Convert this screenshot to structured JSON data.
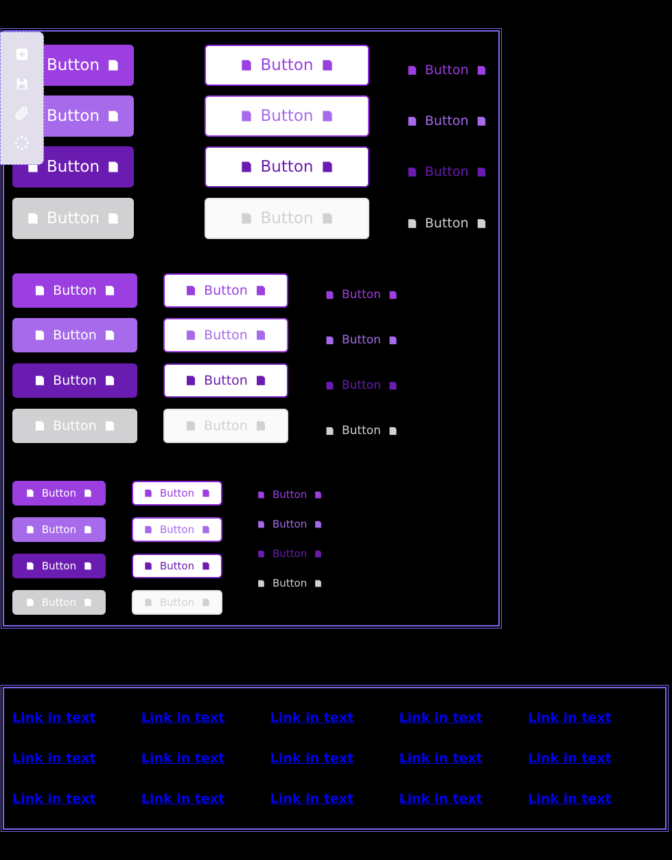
{
  "palette": {
    "primary": "#9B3FE0",
    "primary_hover": "#A76AEB",
    "primary_active": "#6A1BB0",
    "disabled": "#D1D1D4",
    "frame_border": "#7B68EE",
    "link": "#0000EE",
    "sidebar_bg": "#E2DEEC",
    "surface": "#FFFFFF",
    "background": "#000000"
  },
  "sidebar": {
    "items": [
      {
        "icon": "plus-square-icon",
        "name": "add-button"
      },
      {
        "icon": "save-icon",
        "name": "save-button"
      },
      {
        "icon": "paperclip-icon",
        "name": "attach-button"
      },
      {
        "icon": "loading-spinner-icon",
        "name": "loading-indicator"
      }
    ]
  },
  "button_label": "Button",
  "icons": {
    "leading": "save-icon",
    "trailing": "save-icon"
  },
  "groups": [
    {
      "id": "large",
      "size": "lg",
      "variants": [
        {
          "id": "filled",
          "states": [
            {
              "state": "default",
              "label": "Button"
            },
            {
              "state": "hover",
              "label": "Button"
            },
            {
              "state": "active",
              "label": "Button"
            },
            {
              "state": "disabled",
              "label": "Button"
            }
          ]
        },
        {
          "id": "outline",
          "states": [
            {
              "state": "default",
              "label": "Button"
            },
            {
              "state": "hover",
              "label": "Button"
            },
            {
              "state": "active",
              "label": "Button"
            },
            {
              "state": "disabled",
              "label": "Button"
            }
          ]
        },
        {
          "id": "text",
          "states": [
            {
              "state": "default",
              "label": "Button"
            },
            {
              "state": "hover",
              "label": "Button"
            },
            {
              "state": "active",
              "label": "Button"
            },
            {
              "state": "disabled",
              "label": "Button"
            }
          ]
        }
      ]
    },
    {
      "id": "medium",
      "size": "md",
      "variants": [
        {
          "id": "filled",
          "states": [
            {
              "state": "default",
              "label": "Button"
            },
            {
              "state": "hover",
              "label": "Button"
            },
            {
              "state": "active",
              "label": "Button"
            },
            {
              "state": "disabled",
              "label": "Button"
            }
          ]
        },
        {
          "id": "outline",
          "states": [
            {
              "state": "default",
              "label": "Button"
            },
            {
              "state": "hover",
              "label": "Button"
            },
            {
              "state": "active",
              "label": "Button"
            },
            {
              "state": "disabled",
              "label": "Button"
            }
          ]
        },
        {
          "id": "text",
          "states": [
            {
              "state": "default",
              "label": "Button"
            },
            {
              "state": "hover",
              "label": "Button"
            },
            {
              "state": "active",
              "label": "Button"
            },
            {
              "state": "disabled",
              "label": "Button"
            }
          ]
        }
      ]
    },
    {
      "id": "small",
      "size": "sm",
      "variants": [
        {
          "id": "filled",
          "states": [
            {
              "state": "default",
              "label": "Button"
            },
            {
              "state": "hover",
              "label": "Button"
            },
            {
              "state": "active",
              "label": "Button"
            },
            {
              "state": "disabled",
              "label": "Button"
            }
          ]
        },
        {
          "id": "outline",
          "states": [
            {
              "state": "default",
              "label": "Button"
            },
            {
              "state": "hover",
              "label": "Button"
            },
            {
              "state": "active",
              "label": "Button"
            },
            {
              "state": "disabled",
              "label": "Button"
            }
          ]
        },
        {
          "id": "text",
          "states": [
            {
              "state": "default",
              "label": "Button"
            },
            {
              "state": "hover",
              "label": "Button"
            },
            {
              "state": "active",
              "label": "Button"
            },
            {
              "state": "disabled",
              "label": "Button"
            }
          ]
        }
      ]
    }
  ],
  "links": {
    "rows": 3,
    "columns": 5,
    "label": "Link in text",
    "items": [
      "Link in text",
      "Link in text",
      "Link in text",
      "Link in text",
      "Link in text",
      "Link in text",
      "Link in text",
      "Link in text",
      "Link in text",
      "Link in text",
      "Link in text",
      "Link in text",
      "Link in text",
      "Link in text",
      "Link in text"
    ]
  }
}
